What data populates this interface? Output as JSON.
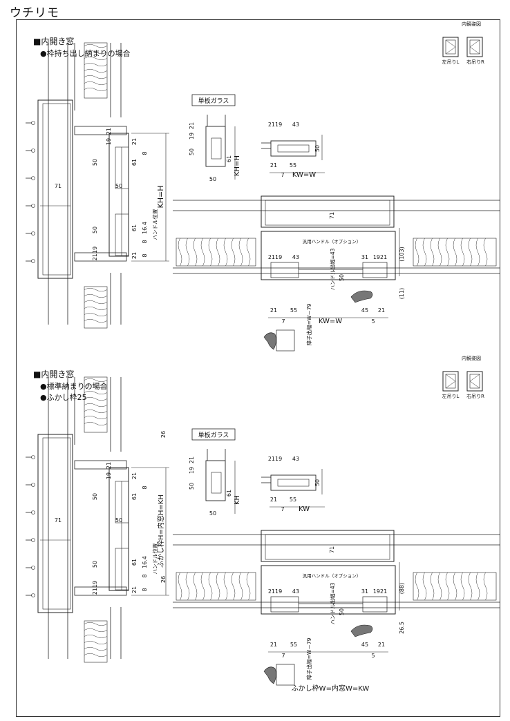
{
  "page_title": "ウチリモ",
  "sections": [
    {
      "heading": "■内開き窓",
      "bullets": [
        "●枠持ち出し納まりの場合"
      ],
      "interior_view": {
        "title": "内観姿図",
        "left_label": "左吊りL",
        "right_label": "右吊りR"
      },
      "glass_label": "単板ガラス",
      "vertical_dims": {
        "kh": "KH=H",
        "top": [
          "19",
          "21",
          "50",
          "21",
          "61",
          "8"
        ],
        "handle": [
          "50",
          "61",
          "16.4",
          "8",
          "21"
        ],
        "handle_pos": "ハンドル位置",
        "bottom": [
          "21",
          "19",
          "8",
          "21"
        ],
        "left_50": "50",
        "label_71": "71"
      },
      "small_vert": {
        "kh": "KH=H",
        "dims": [
          "19",
          "21",
          "50",
          "61",
          "50"
        ]
      },
      "small_horiz": {
        "top": [
          "21",
          "19",
          "43"
        ],
        "side": "50",
        "bottom": [
          "21",
          "55"
        ],
        "kw": "KW=W",
        "seven": "7"
      },
      "plan": {
        "handle_label": "汎用ハンドル（オプション）",
        "handle_width": "ハンドル出幅=43",
        "door_width": "障子出幅=W－79",
        "dims_top": [
          "21",
          "19",
          "43"
        ],
        "dims_right": [
          "31",
          "19",
          "21"
        ],
        "d71": "71",
        "d50": "50",
        "d103": "(103)",
        "d11": "(11)",
        "bottom": [
          "21",
          "55",
          "45",
          "21",
          "7",
          "5"
        ],
        "kw": "KW=W"
      }
    },
    {
      "heading": "■内開き窓",
      "bullets": [
        "●標準納まりの場合",
        "●ふかし枠25"
      ],
      "interior_view": {
        "title": "内観姿図",
        "left_label": "左吊りL",
        "right_label": "右吊りR"
      },
      "glass_label": "単板ガラス",
      "vertical_dims": {
        "kh": "ふかし枠H=内窓H=KH",
        "top": [
          "26",
          "19",
          "21",
          "50",
          "21",
          "61",
          "8"
        ],
        "handle": [
          "50",
          "61",
          "16.4",
          "8",
          "21"
        ],
        "handle_pos": "ハンドル位置",
        "bottom": [
          "21",
          "19",
          "8",
          "21",
          "26"
        ],
        "left_50": "50",
        "label_71": "71"
      },
      "small_vert": {
        "kh": "KH",
        "dims": [
          "19",
          "21",
          "50",
          "61",
          "50"
        ]
      },
      "small_horiz": {
        "top": [
          "21",
          "19",
          "43"
        ],
        "side": "50",
        "bottom": [
          "21",
          "55"
        ],
        "kw": "KW",
        "seven": "7"
      },
      "plan": {
        "handle_label": "汎用ハンドル（オプション）",
        "handle_width": "ハンドル出幅=43",
        "door_width": "障子出幅=W－79",
        "dims_top": [
          "21",
          "19",
          "43"
        ],
        "dims_right": [
          "31",
          "19",
          "21"
        ],
        "d71": "71",
        "d50": "50",
        "d103": "(88)",
        "d11": "26.5",
        "bottom": [
          "21",
          "55",
          "45",
          "21",
          "7",
          "5"
        ],
        "kw": "ふかし枠W=内窓W=KW"
      }
    }
  ]
}
